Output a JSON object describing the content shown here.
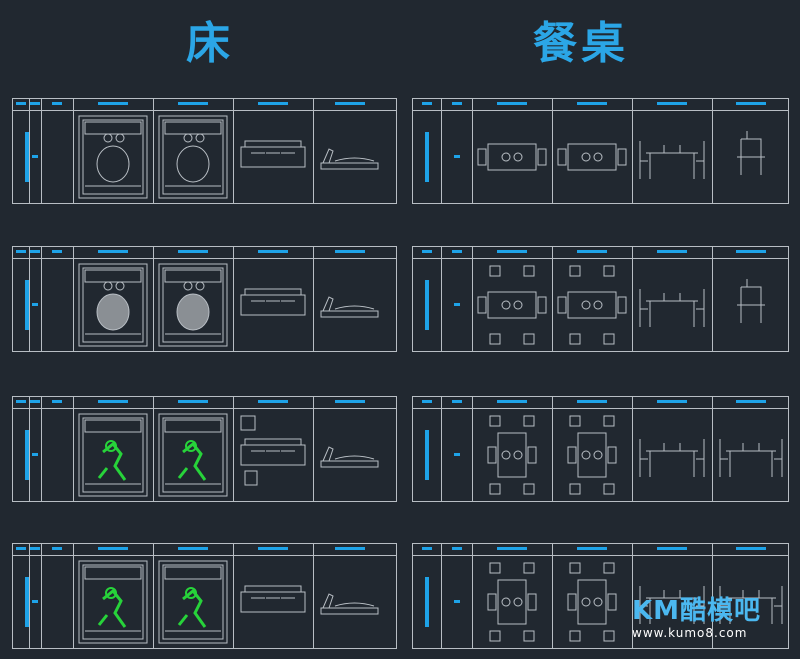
{
  "headings": {
    "left": "床",
    "right": "餐桌"
  },
  "watermark": {
    "brand": "KM酷模吧",
    "url": "www.kumo8.com"
  },
  "colors": {
    "background": "#212830",
    "accent": "#1ea3e8",
    "line": "#b8bec4",
    "highlight": "#27d33a"
  },
  "left_rows": [
    [
      "bed-plan-icon",
      "bed-plan-icon",
      "bed-elevation-icon",
      "bed-side-icon"
    ],
    [
      "bed-plan-icon",
      "bed-plan-icon",
      "bed-elevation-icon",
      "bed-side-icon"
    ],
    [
      "bed-plan-icon",
      "bed-plan-icon",
      "bed-elevation-icon",
      "bed-side-icon"
    ],
    [
      "bed-plan-icon",
      "bed-plan-icon",
      "bed-elevation-icon",
      "bed-side-icon"
    ]
  ],
  "right_rows": [
    [
      "dining-table-plan-icon",
      "dining-table-plan-icon",
      "dining-table-elevation-icon",
      "dining-chair-icon"
    ],
    [
      "dining-table-plan-icon",
      "dining-table-plan-icon",
      "dining-table-elevation-icon",
      "dining-chair-icon"
    ],
    [
      "dining-table-plan-icon",
      "dining-table-plan-icon",
      "dining-table-elevation-icon",
      "dining-table-elevation-icon"
    ],
    [
      "dining-table-plan-icon",
      "dining-table-plan-icon",
      "dining-table-elevation-icon",
      "dining-table-elevation-icon"
    ]
  ]
}
